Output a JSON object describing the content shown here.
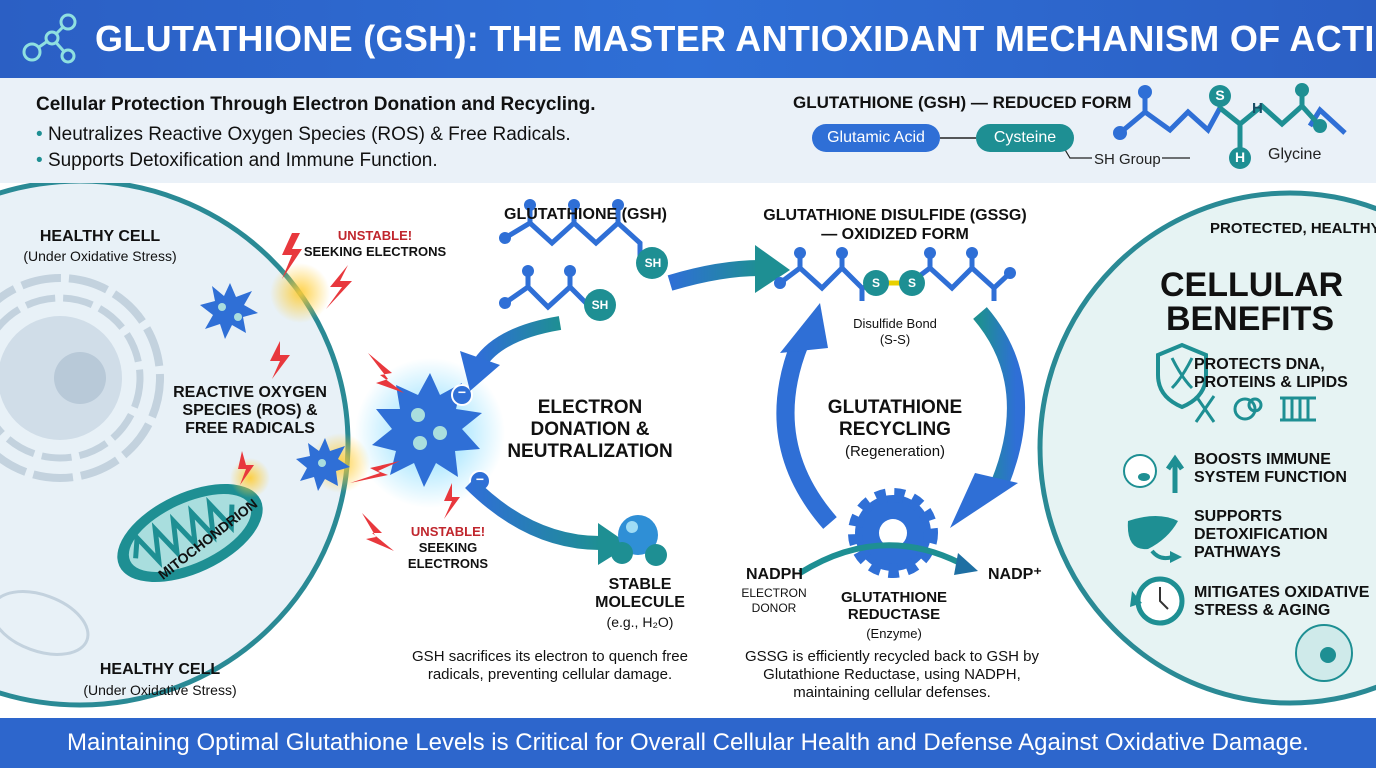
{
  "header": {
    "title": "GLUTATHIONE (GSH): THE MASTER ANTIOXIDANT MECHANISM OF ACTION"
  },
  "intro": {
    "heading": "Cellular Protection Through Electron Donation and Recycling.",
    "bullets": [
      "Neutralizes Reactive Oxygen Species (ROS) & Free Radicals.",
      "Supports Detoxification and Immune Function."
    ]
  },
  "structure": {
    "title": "GLUTATHIONE (GSH) — REDUCED FORM",
    "glutamic_acid": "Glutamic Acid",
    "cysteine": "Cysteine",
    "sh_group": "SH Group",
    "glycine": "Glycine",
    "s_atom": "S",
    "h_atom": "H",
    "h_atom2": "H"
  },
  "left_cell": {
    "title": "HEALTHY CELL",
    "subtitle": "(Under Oxidative Stress)",
    "title_bottom": "HEALTHY CELL",
    "subtitle_bottom": "(Under Oxidative Stress)",
    "ros_label": "REACTIVE OXYGEN SPECIES (ROS) & FREE RADICALS",
    "mito_label": "MITOCHONDRION"
  },
  "unstable_top": {
    "warn": "UNSTABLE!",
    "text": "SEEKING ELECTRONS"
  },
  "unstable_bottom": {
    "warn": "UNSTABLE!",
    "text": "SEEKING ELECTRONS"
  },
  "neutralization": {
    "gsh_label": "GLUTATHIONE (GSH)",
    "sh": "SH",
    "sh2": "SH",
    "electron": "−",
    "electron2": "−",
    "title": "ELECTRON DONATION & NEUTRALIZATION",
    "stable_title": "STABLE MOLECULE",
    "stable_example": "(e.g., H₂O)",
    "caption": "GSH sacrifices its electron to quench free radicals, preventing cellular damage."
  },
  "recycling": {
    "gssg_title": "GLUTATHIONE DISULFIDE (GSSG) — OXIDIZED FORM",
    "s1": "S",
    "s2": "S",
    "bond_label": "Disulfide Bond (S-S)",
    "title": "GLUTATHIONE RECYCLING",
    "subtitle": "(Regeneration)",
    "nadph": "NADPH",
    "nadph_sub": "ELECTRON DONOR",
    "nadp": "NADP⁺",
    "enzyme": "GLUTATHIONE REDUCTASE",
    "enzyme_sub": "(Enzyme)",
    "caption": "GSSG is efficiently recycled back to GSH by Glutathione Reductase, using NADPH, maintaining cellular defenses."
  },
  "benefits": {
    "cell_label": "PROTECTED, HEALTHY CELL",
    "title": "CELLULAR BENEFITS",
    "items": [
      {
        "icon": "shield-dna-icon",
        "text": "PROTECTS DNA, PROTEINS & LIPIDS"
      },
      {
        "icon": "immune-cell-icon",
        "text": "BOOSTS IMMUNE SYSTEM FUNCTION"
      },
      {
        "icon": "liver-icon",
        "text": "SUPPORTS DETOXIFICATION PATHWAYS"
      },
      {
        "icon": "clock-icon",
        "text": "MITIGATES OXIDATIVE STRESS & AGING"
      }
    ]
  },
  "footer": {
    "text": "Maintaining Optimal Glutathione Levels is Critical for Overall Cellular Health and Defense Against Oxidative Damage."
  },
  "colors": {
    "blue": "#2b5fc4",
    "teal": "#1e8f93",
    "red": "#e8383d"
  }
}
